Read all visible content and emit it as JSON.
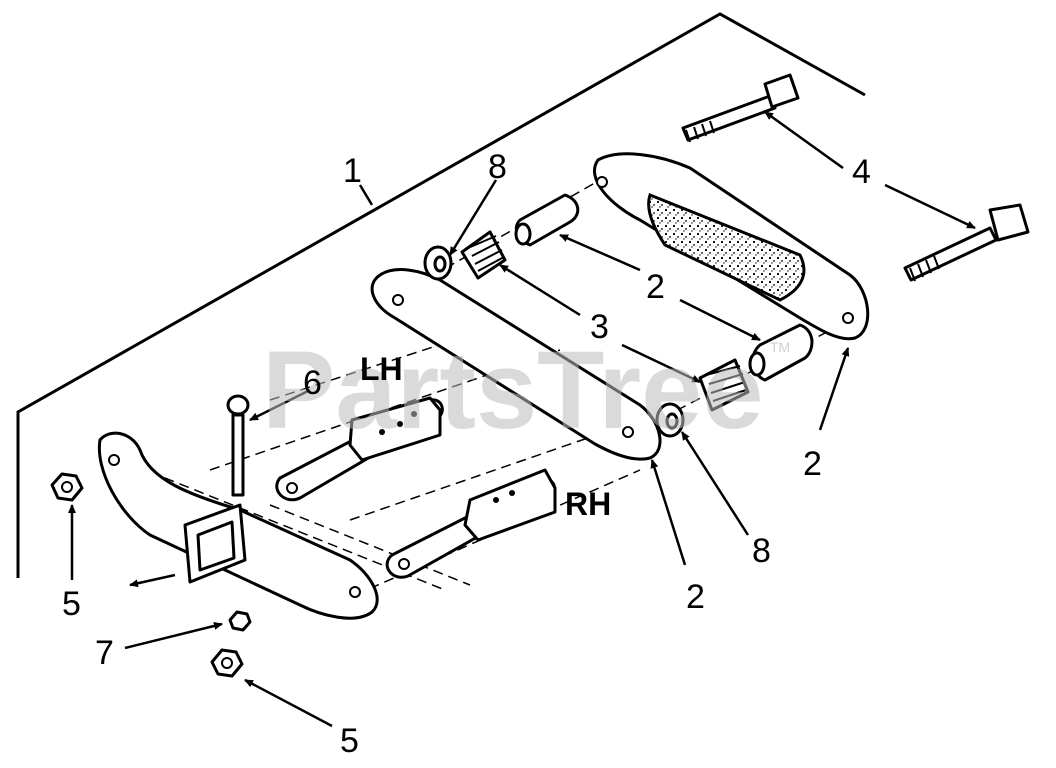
{
  "watermark": {
    "text": "PartsTree",
    "trademark": "TM"
  },
  "callouts": {
    "c1": "1",
    "c2a": "2",
    "c2b": "2",
    "c2c": "2",
    "c3": "3",
    "c4": "4",
    "c5a": "5",
    "c5b": "5",
    "c6": "6",
    "c7": "7",
    "c8a": "8",
    "c8b": "8"
  },
  "side_labels": {
    "left": "LH",
    "right": "RH"
  }
}
